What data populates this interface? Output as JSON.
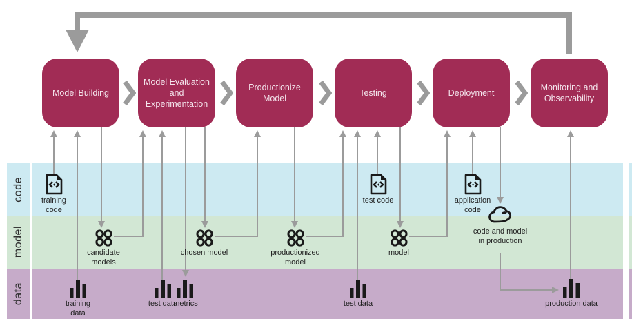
{
  "pipeline": {
    "stages": [
      {
        "label": "Model Building"
      },
      {
        "label": "Model Evaluation and Experimentation"
      },
      {
        "label": "Productionize Model"
      },
      {
        "label": "Testing"
      },
      {
        "label": "Deployment"
      },
      {
        "label": "Monitoring and Observability"
      }
    ]
  },
  "bands": {
    "rows": [
      {
        "label": "code"
      },
      {
        "label": "model"
      },
      {
        "label": "data"
      }
    ]
  },
  "artifacts": {
    "training_code": {
      "label": "training code",
      "icon": "code-file-icon"
    },
    "training_data": {
      "label": "training data",
      "icon": "bar-chart-icon"
    },
    "candidate_models": {
      "label": "candidate models",
      "icon": "model-circles-icon"
    },
    "test_data_1": {
      "label": "test data",
      "icon": "bar-chart-icon"
    },
    "metrics": {
      "label": "metrics",
      "icon": "bar-chart-icon"
    },
    "chosen_model": {
      "label": "chosen model",
      "icon": "model-circles-icon"
    },
    "productionized_model": {
      "label": "productionized model",
      "icon": "model-circles-icon"
    },
    "test_code": {
      "label": "test code",
      "icon": "code-file-icon"
    },
    "test_data_2": {
      "label": "test data",
      "icon": "bar-chart-icon"
    },
    "model": {
      "label": "model",
      "icon": "model-circles-icon"
    },
    "application_code": {
      "label": "application code",
      "icon": "code-file-icon"
    },
    "cloud": {
      "label": "code and model in production",
      "icon": "cloud-icon"
    },
    "production_data": {
      "label": "production data",
      "icon": "bar-chart-icon"
    }
  },
  "colors": {
    "stage": "#a12c55",
    "arrow": "#9b9b9b",
    "icon": "#1a1a1a",
    "band_code": "#cdeaf2",
    "band_model": "#d2e7d4",
    "band_data": "#c6abc9"
  }
}
